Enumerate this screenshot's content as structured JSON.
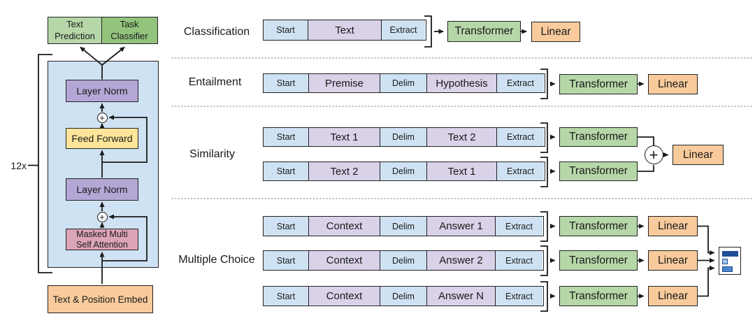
{
  "left": {
    "repeat": "12x",
    "text_prediction": "Text Prediction",
    "task_classifier": "Task Classifier",
    "layer_norm_1": "Layer Norm",
    "feed_forward": "Feed Forward",
    "layer_norm_2": "Layer Norm",
    "attention_line1": "Masked Multi",
    "attention_line2": "Self Attention",
    "embed": "Text & Position Embed",
    "plus": "+"
  },
  "classification": {
    "label": "Classification",
    "segments": [
      "Start",
      "Text",
      "Extract"
    ],
    "transformer": "Transformer",
    "linear": "Linear"
  },
  "entailment": {
    "label": "Entailment",
    "segments": [
      "Start",
      "Premise",
      "Delim",
      "Hypothesis",
      "Extract"
    ],
    "transformer": "Transformer",
    "linear": "Linear"
  },
  "similarity": {
    "label": "Similarity",
    "bar1": [
      "Start",
      "Text 1",
      "Delim",
      "Text 2",
      "Extract"
    ],
    "bar2": [
      "Start",
      "Text 2",
      "Delim",
      "Text 1",
      "Extract"
    ],
    "transformer1": "Transformer",
    "transformer2": "Transformer",
    "plus": "+",
    "linear": "Linear"
  },
  "multiple_choice": {
    "label": "Multiple Choice",
    "bars": [
      [
        "Start",
        "Context",
        "Delim",
        "Answer 1",
        "Extract"
      ],
      [
        "Start",
        "Context",
        "Delim",
        "Answer 2",
        "Extract"
      ],
      [
        "Start",
        "Context",
        "Delim",
        "Answer N",
        "Extract"
      ]
    ],
    "transformers": [
      "Transformer",
      "Transformer",
      "Transformer"
    ],
    "linears": [
      "Linear",
      "Linear",
      "Linear"
    ]
  },
  "colors": {
    "token_blue": "#cfe2f3",
    "content_purple": "#d9d2e9",
    "transformer_green": "#b6d7a8",
    "classifier_green": "#93c47d",
    "linear_orange": "#f9cb9c",
    "layer_norm_purple": "#b4a7d6",
    "feed_forward_yellow": "#ffe599",
    "attention_pink": "#dca4b8",
    "score_bar_dark": "#1f4e99",
    "score_bar_light": "#9fc5e8",
    "score_bar_mid": "#4a86c8"
  }
}
